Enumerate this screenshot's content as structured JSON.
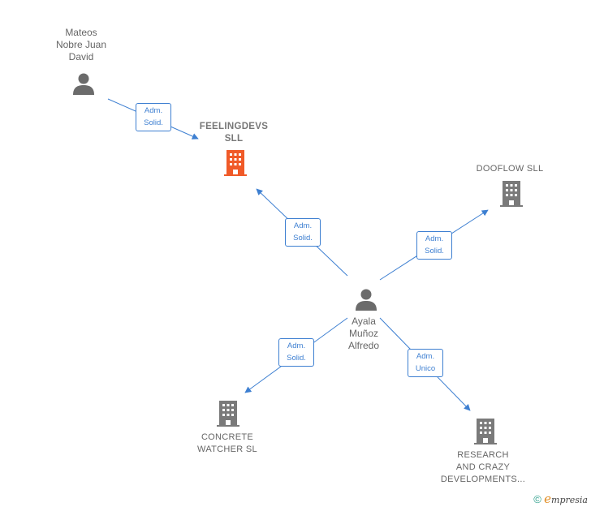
{
  "colors": {
    "edge": "#3d7fd1",
    "highlight": "#f05a28",
    "company": "#7a7a7a",
    "person": "#6b6b6b"
  },
  "people": [
    {
      "name": "Mateos\nNobre Juan\nDavid",
      "icon": "person-icon"
    },
    {
      "name": "Ayala\nMuñoz\nAlfredo",
      "icon": "person-icon"
    }
  ],
  "companies": [
    {
      "name": "FEELINGDEVS\nSLL",
      "icon": "building-icon",
      "highlighted": true
    },
    {
      "name": "DOOFLOW  SLL",
      "icon": "building-icon"
    },
    {
      "name": "CONCRETE\nWATCHER  SL",
      "icon": "building-icon"
    },
    {
      "name": "RESEARCH\nAND CRAZY\nDEVELOPMENTS...",
      "icon": "building-icon"
    }
  ],
  "edges": [
    {
      "label": "Adm.\nSolid."
    },
    {
      "label": "Adm.\nSolid."
    },
    {
      "label": "Adm.\nSolid."
    },
    {
      "label": "Adm.\nSolid."
    },
    {
      "label": "Adm.\nUnico"
    }
  ],
  "footer": {
    "copyright": "©",
    "brand_initial": "e",
    "brand_rest": "mpresia"
  }
}
